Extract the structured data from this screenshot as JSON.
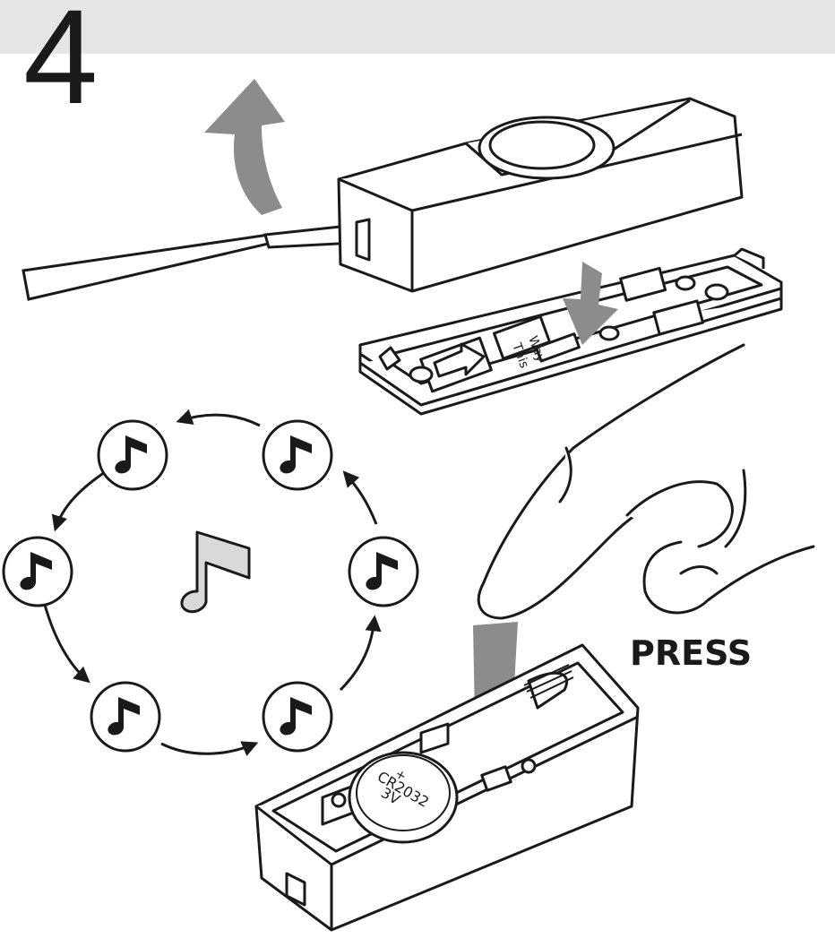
{
  "step": {
    "number": "4"
  },
  "labels": {
    "press": "PRESS",
    "this": "This",
    "way": "Way",
    "battery_plus": "+",
    "battery_model": "CR2032",
    "battery_voltage": "3V"
  },
  "colors": {
    "header_band": "#e6e6e6",
    "arrow_gray": "#8c8c8c",
    "line": "#1a1a1a",
    "note_fill": "#d9d9d9"
  },
  "icons": {
    "tune_cycle": [
      "music-note-icon",
      "music-note-icon",
      "music-note-icon",
      "music-note-icon",
      "music-note-icon",
      "music-note-icon"
    ],
    "center": "music-note-icon"
  }
}
